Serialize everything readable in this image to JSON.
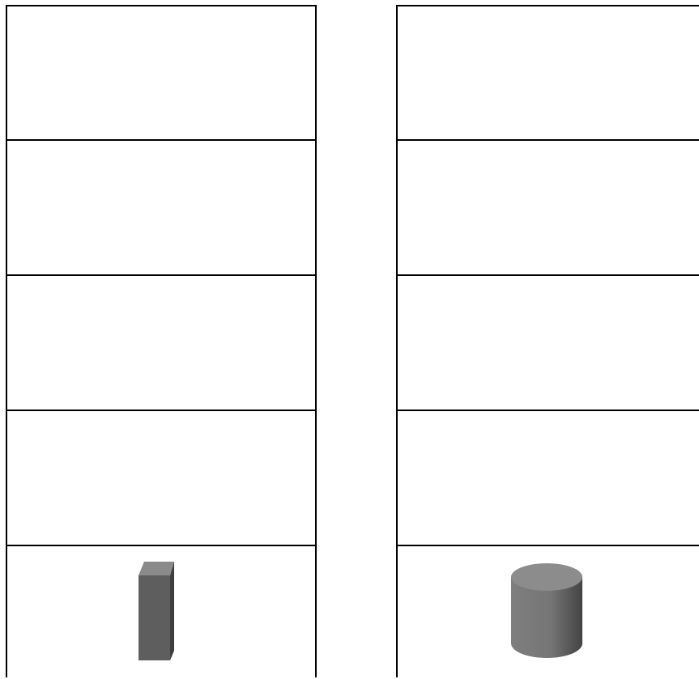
{
  "layout": {
    "columns": [
      {
        "id": "left",
        "cells": [
          {
            "content": "empty"
          },
          {
            "content": "empty"
          },
          {
            "content": "empty"
          },
          {
            "content": "empty"
          },
          {
            "content": "shape",
            "shape": "rectangular-prism"
          }
        ]
      },
      {
        "id": "right",
        "cells": [
          {
            "content": "empty"
          },
          {
            "content": "empty"
          },
          {
            "content": "empty"
          },
          {
            "content": "empty"
          },
          {
            "content": "shape",
            "shape": "cylinder"
          }
        ]
      }
    ]
  },
  "colors": {
    "border": "#000000",
    "background": "#ffffff",
    "prism_front": "#5e5e5e",
    "prism_top": "#8a8a8a",
    "prism_side": "#3f3f3f",
    "cylinder_top": "#8c8c8c",
    "cylinder_body_light": "#8a8a8a",
    "cylinder_body_dark": "#4a4a4a"
  }
}
